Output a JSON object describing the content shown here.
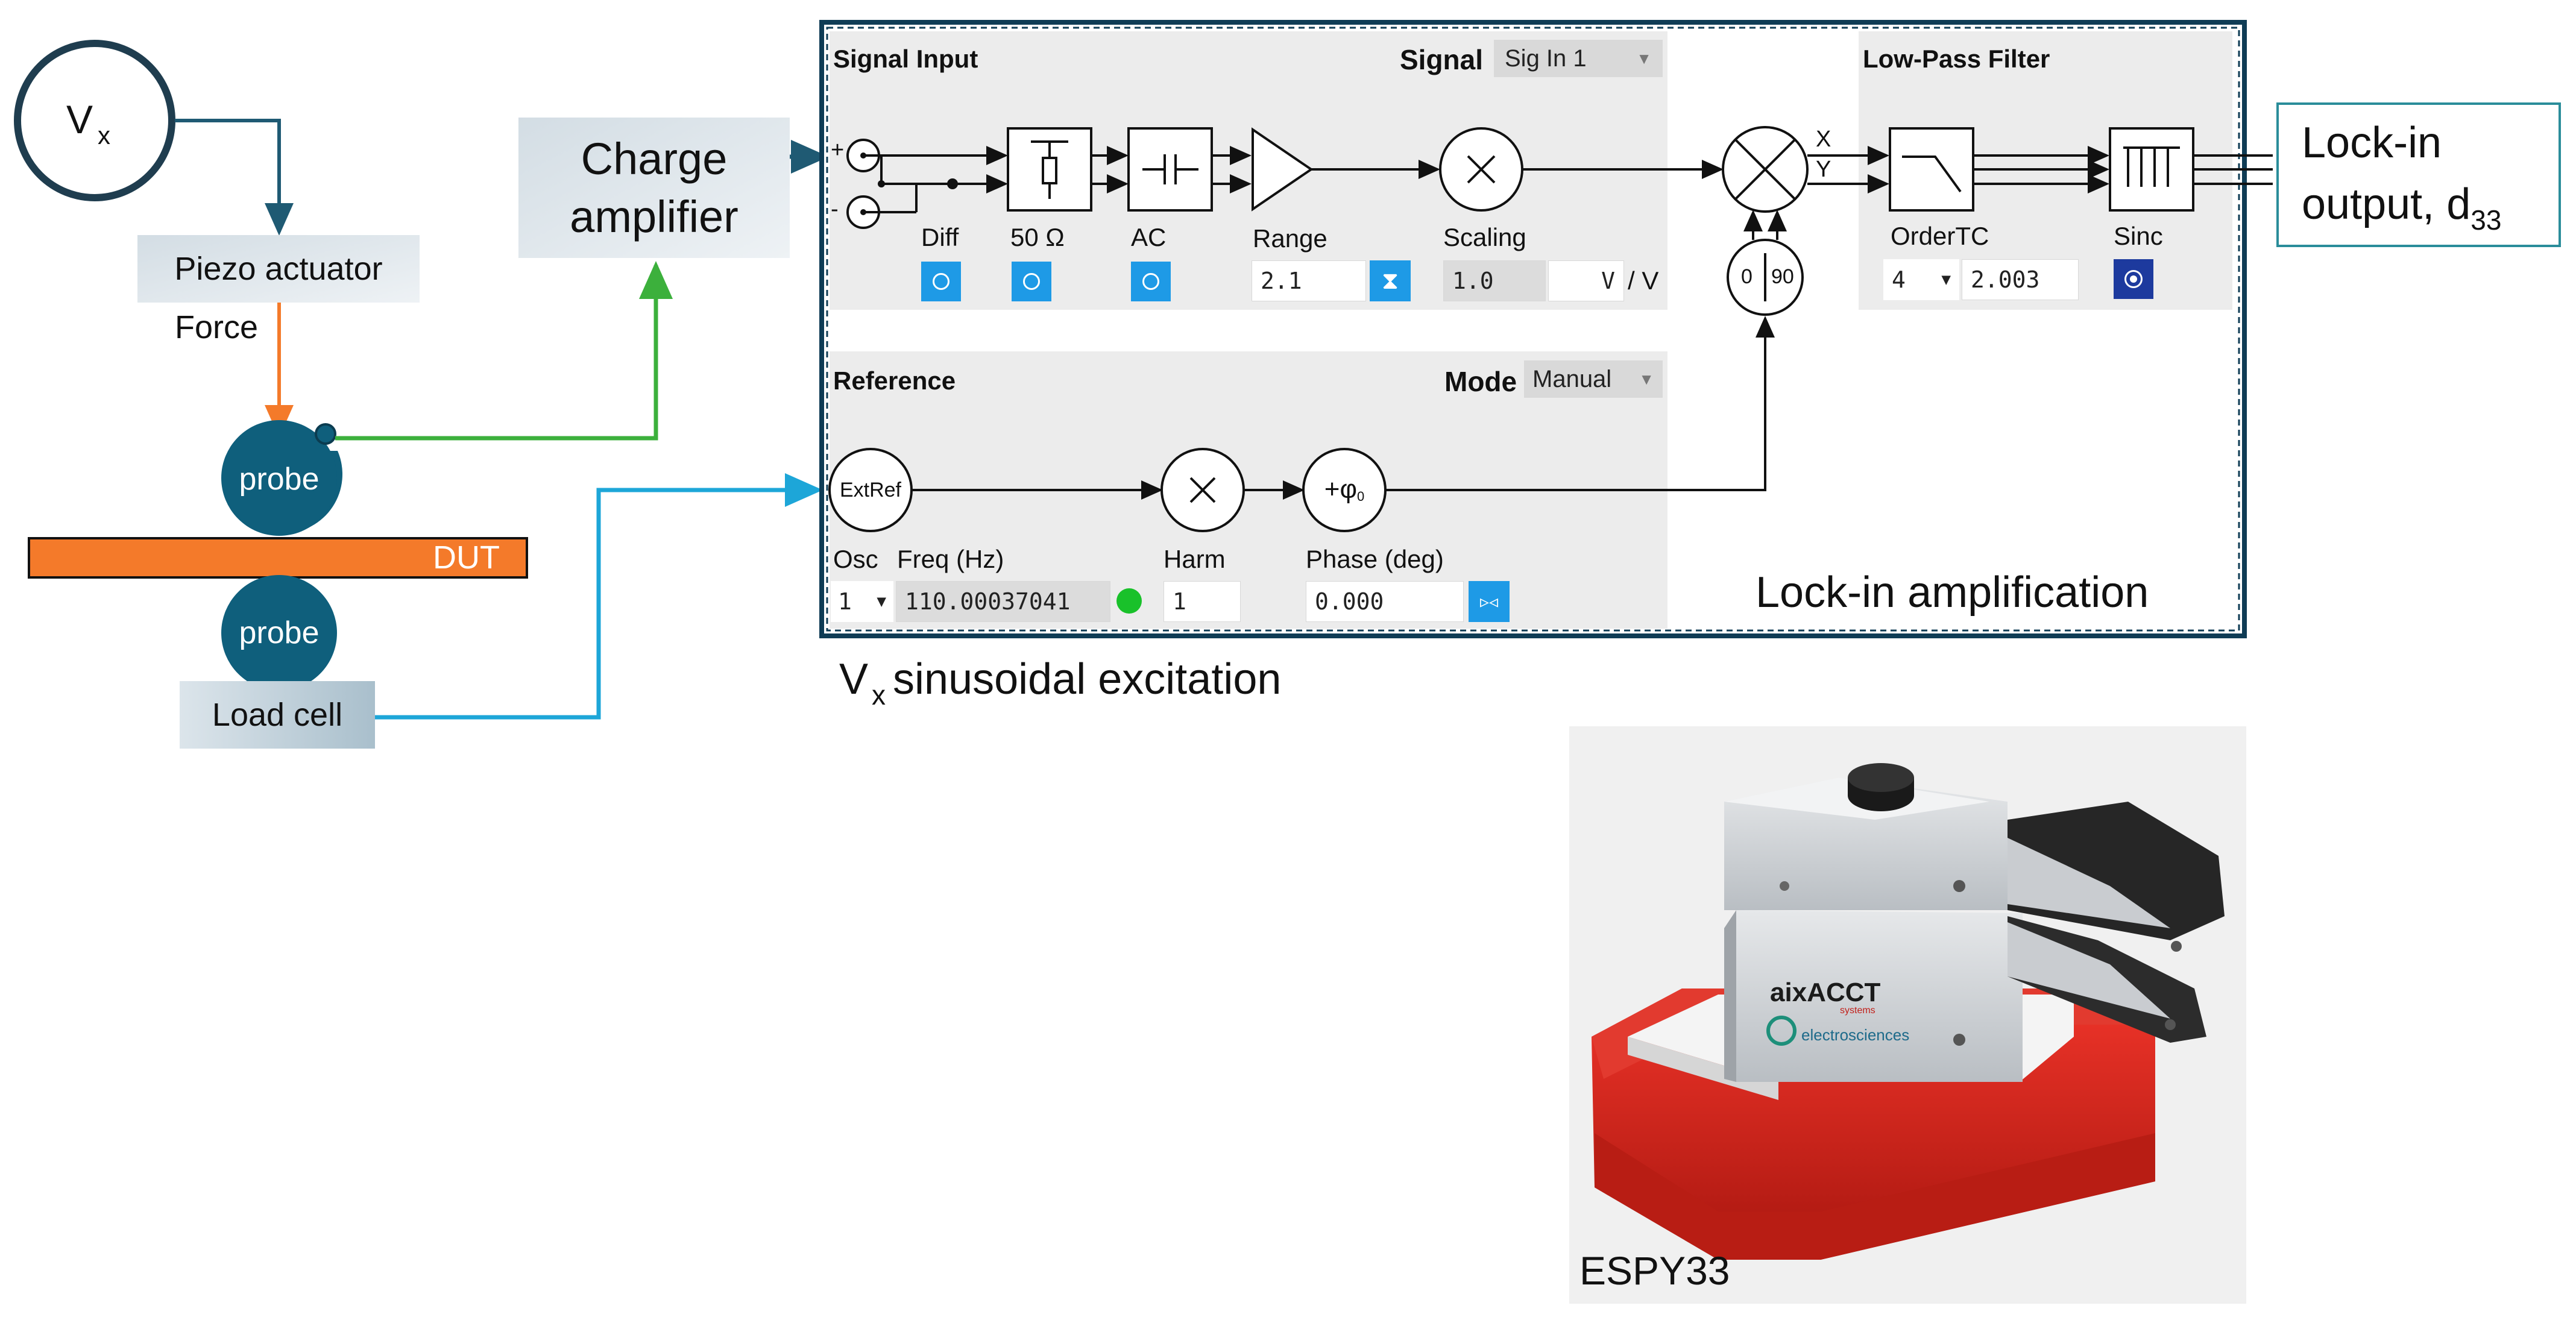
{
  "left_diagram": {
    "source_label": "V",
    "source_sub": "x",
    "piezo_label": "Piezo actuator",
    "force_label": "Force",
    "probe_top_label": "probe",
    "dut_label": "DUT",
    "probe_bottom_label": "probe",
    "load_cell_label": "Load cell",
    "charge_amp_line1": "Charge",
    "charge_amp_line2": "amplifier"
  },
  "lockin": {
    "signal_input": {
      "title": "Signal Input",
      "signal_label": "Signal",
      "signal_value": "Sig In 1",
      "plus": "+",
      "minus": "-",
      "diff_label": "Diff",
      "ohm_label": "50 Ω",
      "ac_label": "AC",
      "range_label": "Range",
      "range_value": "2.1",
      "scaling_label": "Scaling",
      "scaling_value": "1.0",
      "scaling_unit": "V",
      "scaling_per": "/ V"
    },
    "lowpass": {
      "title": "Low-Pass Filter",
      "x_label": "X",
      "y_label": "Y",
      "order_label": "OrderTC",
      "order_value": "4",
      "tc_value": "2.003",
      "sinc_label": "Sinc"
    },
    "phase_switch": {
      "left": "0",
      "right": "90"
    },
    "reference": {
      "title": "Reference",
      "mode_label": "Mode",
      "mode_value": "Manual",
      "extref_label": "ExtRef",
      "osc_label": "Osc",
      "osc_value": "1",
      "freq_label": "Freq (Hz)",
      "freq_value": "110.00037041",
      "harm_label": "Harm",
      "harm_value": "1",
      "phase_label": "Phase (deg)",
      "phase_value": "0.000",
      "phase_block_label": "+φ",
      "phase_block_sub": "0"
    },
    "caption": "Lock-in amplification"
  },
  "output": {
    "line1": "Lock-in",
    "line2": "output, d",
    "sub": "33"
  },
  "excitation": {
    "prefix": "V",
    "sub": "x",
    "text": "sinusoidal excitation"
  },
  "photo": {
    "brand": "aixACCT",
    "brand_sub": "systems",
    "maker": "electrosciences",
    "caption": "ESPY33"
  },
  "colors": {
    "teal": "#1f5a73",
    "orange": "#f47a2a",
    "green": "#3cb03c",
    "cyan": "#1da6d8",
    "panel": "#ececec",
    "blue_toggle": "#1e9ae6",
    "red_base": "#d8261c"
  }
}
